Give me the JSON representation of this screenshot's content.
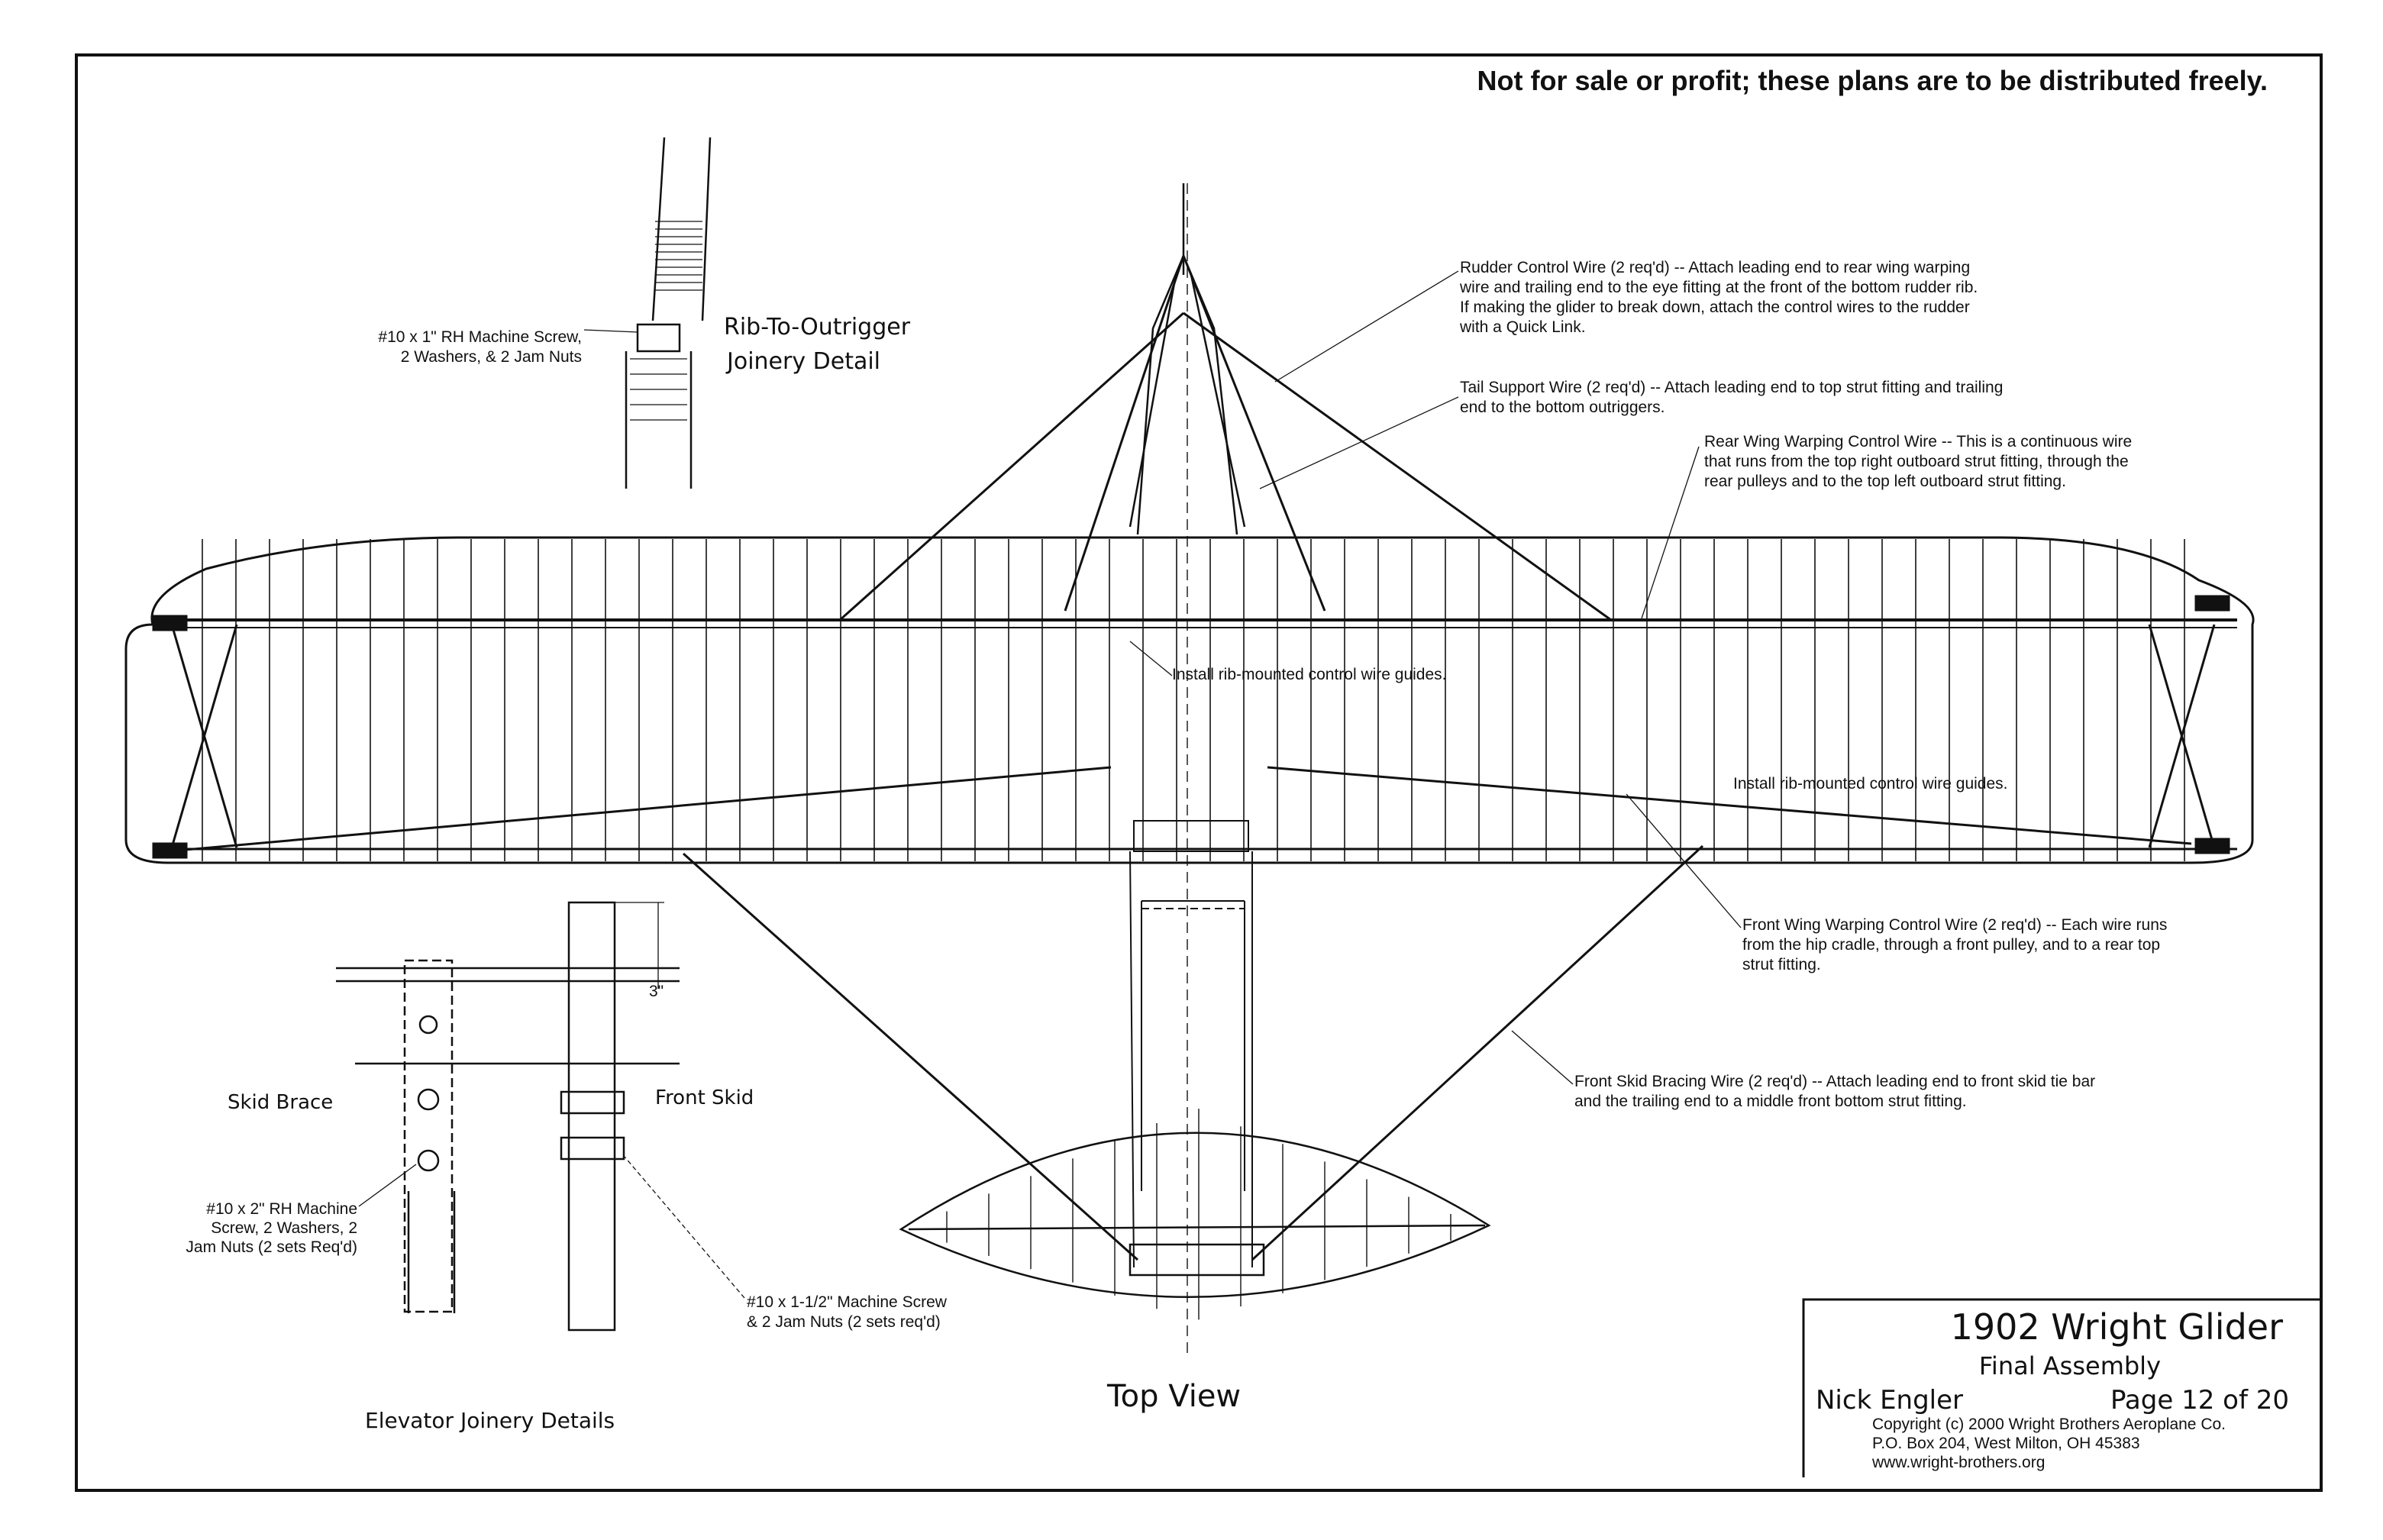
{
  "notice": "Not for sale or profit; these plans are to be distributed freely.",
  "views": {
    "top": "Top View",
    "elevator_details": "Elevator Joinery Details",
    "skid_brace": "Skid Brace",
    "front_skid": "Front Skid"
  },
  "rib_detail": {
    "title_line1": "Rib-To-Outrigger",
    "title_line2": "Joinery Detail",
    "callout_line1": "#10 x 1\" RH Machine Screw,",
    "callout_line2": "2 Washers, & 2 Jam Nuts"
  },
  "elevator_callouts": {
    "left": [
      "#10 x 2\" RH Machine",
      "Screw, 2 Washers, 2",
      "Jam Nuts (2 sets Req'd)"
    ],
    "right": [
      "#10 x 1-1/2\" Machine Screw",
      "& 2 Jam Nuts (2 sets req'd)"
    ],
    "dimension": "3\""
  },
  "callouts": {
    "rudder": [
      "Rudder Control Wire (2 req'd)  -- Attach leading end to rear wing warping",
      "wire and trailing end to the eye fitting at the front of the bottom rudder rib.",
      "If making the glider to break down, attach the control wires to the rudder",
      "with a Quick Link."
    ],
    "tail": [
      "Tail Support Wire (2 req'd) -- Attach leading end to top strut fitting and trailing",
      "end to the bottom outriggers."
    ],
    "rear_warp": [
      "Rear Wing Warping Control Wire -- This is a continuous wire",
      "that runs from the top right outboard strut fitting, through the",
      "rear pulleys and to the top left outboard strut fitting."
    ],
    "guides_top": "Install rib-mounted control wire guides.",
    "guides_mid": "Install rib-mounted control wire guides.",
    "front_warp": [
      "Front Wing Warping Control Wire (2 req'd) -- Each wire runs",
      "from the hip cradle, through a front pulley, and to a rear top",
      "strut fitting."
    ],
    "skid_bracing": [
      "Front Skid Bracing Wire (2 req'd) -- Attach leading end to front skid tie bar",
      "and the trailing end to a middle front bottom strut fitting."
    ]
  },
  "title_block": {
    "title": "1902 Wright Glider",
    "subtitle": "Final Assembly",
    "author": "Nick Engler",
    "page": "Page 12 of 20",
    "copyright": "Copyright  (c) 2000 Wright Brothers Aeroplane Co.",
    "address": "P.O. Box 204, West Milton, OH  45383",
    "url": "www.wright-brothers.org"
  }
}
